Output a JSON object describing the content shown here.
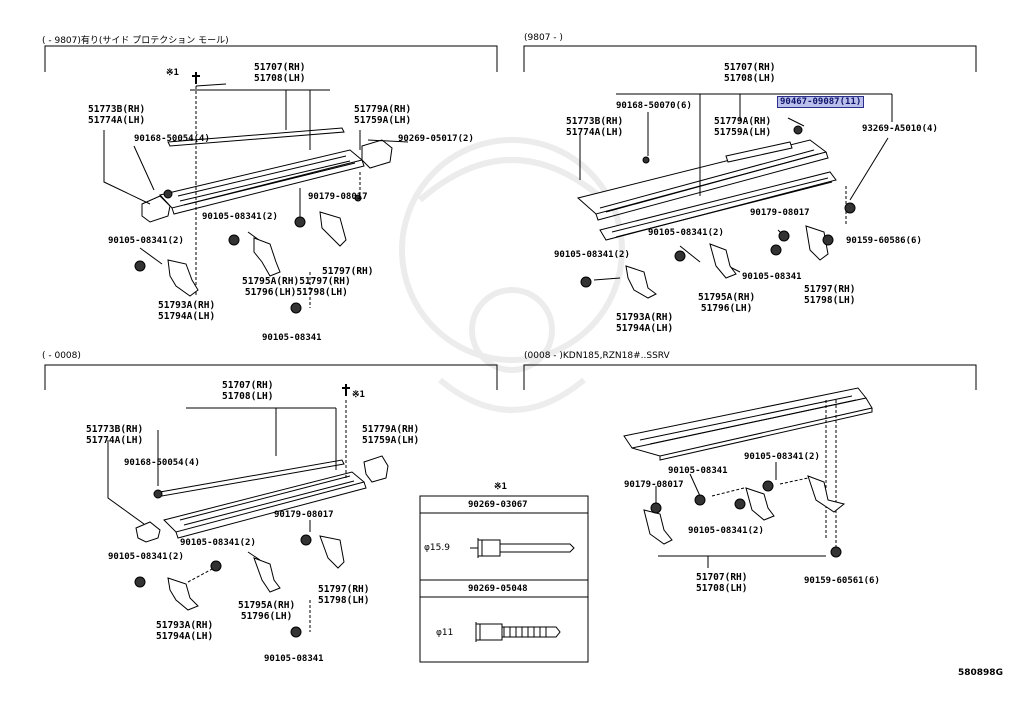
{
  "headers": {
    "q1": "(      - 9807)有り(サイド プロテクション モール)",
    "q2": "(9807 -        )",
    "q3": "(      - 0008)",
    "q4": "(0008 -        )KDN185,RZN18#..SSRV"
  },
  "marker": "※1",
  "catalog_id": "580898G",
  "parts": {
    "p51707_rh": "51707(RH)",
    "p51708_lh": "51708(LH)",
    "p51773b_rh": "51773B(RH)",
    "p51774a_lh": "51774A(LH)",
    "p51779a_rh": "51779A(RH)",
    "p51759a_lh": "51759A(LH)",
    "p90168_50054": "90168-50054(4)",
    "p90269_05017": "90269-05017(2)",
    "p90179_08017": "90179-08017",
    "p90105_08341_2": "90105-08341(2)",
    "p90105_08341": "90105-08341",
    "p51795a_rh": "51795A(RH)",
    "p51796_lh": "51796(LH)",
    "p51797_rh": "51797(RH)",
    "p51798_lh": "51798(LH)",
    "p51793a_rh": "51793A(RH)",
    "p51794a_lh": "51794A(LH)",
    "p90168_50070": "90168-50070(6)",
    "p90467_09087": "90467-09087(11)",
    "p93269_a5010": "93269-A5010(4)",
    "p90159_60586": "90159-60586(6)",
    "p90159_60561": "90159-60561(6)",
    "p51795a_rh_comb": "51795A(RH)51797(RH)",
    "p51796_lh_comb": "51796(LH)51798(LH)"
  },
  "inset": {
    "title": "※1",
    "rivet1": "90269-03067",
    "rivet1_dim": "φ15.9",
    "rivet2": "90269-05048",
    "rivet2_dim": "φ11"
  }
}
